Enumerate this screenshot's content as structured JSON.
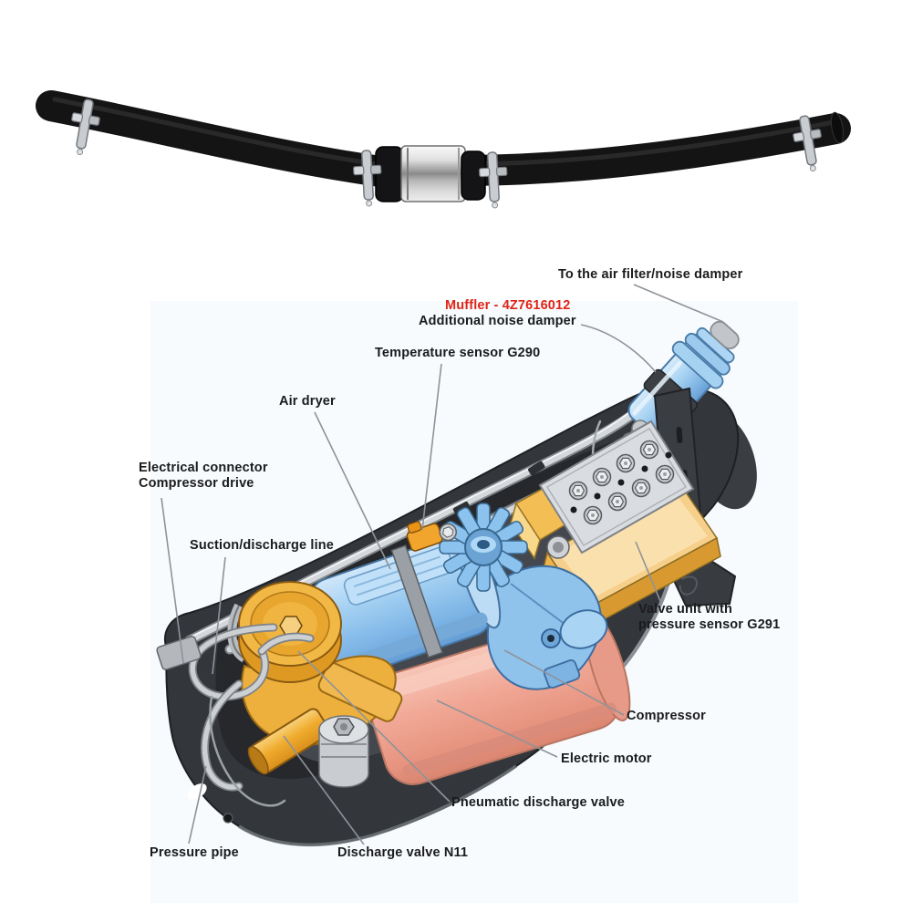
{
  "figure": {
    "photo_parts": [
      "hose",
      "spring-clamp",
      "inline-muffler"
    ],
    "diagram_background": "#f7fbfd"
  },
  "labels": {
    "to_air_filter": "To the air filter/noise damper",
    "muffler_part": "Muffler - 4Z7616012",
    "additional_noise_damper": "Additional noise damper",
    "temperature_sensor": "Temperature sensor G290",
    "air_dryer": "Air dryer",
    "electrical_connector_line1": "Electrical connector",
    "electrical_connector_line2": "Compressor drive",
    "suction_discharge_line": "Suction/discharge line",
    "valve_unit_line1": "Valve unit with",
    "valve_unit_line2": "pressure sensor G291",
    "compressor": "Compressor",
    "electric_motor": "Electric motor",
    "pneumatic_discharge_valve": "Pneumatic discharge valve",
    "pressure_pipe": "Pressure pipe",
    "discharge_valve": "Discharge valve N11"
  },
  "colors": {
    "accent_red": "#e02417",
    "label_text": "#1b1b1d",
    "leader_line": "#8f9399",
    "component_blue": "#8ec6ee",
    "component_salmon": "#f0a794",
    "component_orange": "#f0ac2e",
    "component_tan": "#f6cf8a",
    "base_dark": "#33363b"
  }
}
